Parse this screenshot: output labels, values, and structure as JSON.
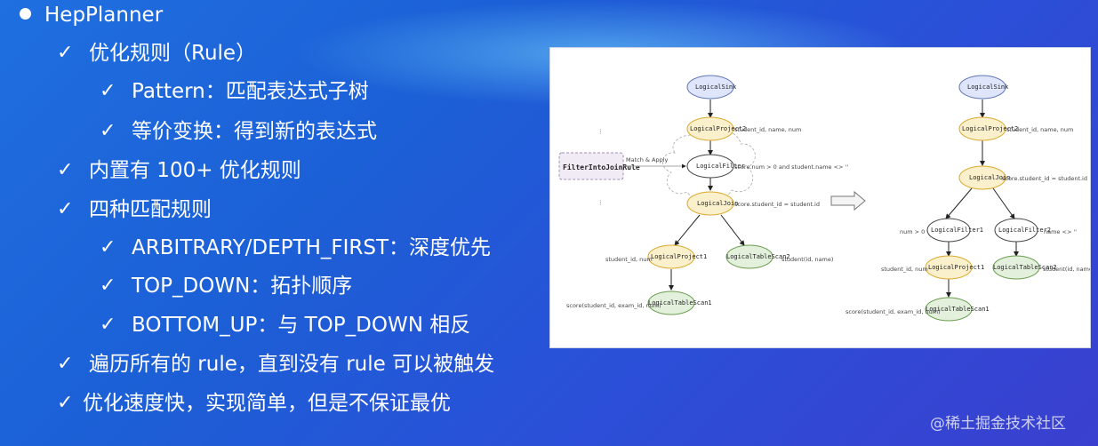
{
  "bullets": {
    "title": "HepPlanner",
    "rule": "优化规则（Rule）",
    "pattern": "Pattern：匹配表达式子树",
    "equiv": "等价变换：得到新的表达式",
    "builtin": "内置有 100+ 优化规则",
    "four": "四种匹配规则",
    "arbitrary": "ARBITRARY/DEPTH_FIRST：深度优先",
    "topdown": "TOP_DOWN：拓扑顺序",
    "bottomup": "BOTTOM_UP：与 TOP_DOWN 相反",
    "traverse": "遍历所有的 rule，直到没有 rule 可以被触发",
    "speed": "优化速度快，实现简单，但是不保证最优"
  },
  "check_icon": "check-icon",
  "diagram": {
    "rule_box": "FilterIntoJoinRule",
    "match_label": "Match & Apply",
    "left": {
      "sink": "LogicalSink",
      "project2": "LogicalProject2",
      "project2_note": "student_id, name, num",
      "filter": "LogicalFilter",
      "filter_note": "score.num > 0 and student.name <> ''",
      "join": "LogicalJoin",
      "join_note": "score.student_id = student.id",
      "project1": "LogicalProject1",
      "project1_note": "student_id, num",
      "tablescan2": "LogicalTableScan2",
      "tablescan2_note": "student(id, name)",
      "tablescan1": "LogicalTableScan1",
      "tablescan1_note": "score(student_id, exam_id, num)"
    },
    "right": {
      "sink": "LogicalSink",
      "project2": "LogicalProject2",
      "project2_note": "student_id, name, num",
      "join": "LogicalJoin",
      "join_note": "score.student_id = student.id",
      "filter1": "LogicalFilter1",
      "filter1_note": "num > 0",
      "filter2": "LogicalFilter2",
      "filter2_note": "name <> ''",
      "project1": "LogicalProject1",
      "project1_note": "student_id, num",
      "tablescan2": "LogicalTableScan2",
      "tablescan2_note": "student(id, name)",
      "tablescan1": "LogicalTableScan1",
      "tablescan1_note": "score(student_id, exam_id, num)"
    }
  },
  "watermark": "@稀土掘金技术社区",
  "colors": {
    "sink_fill": "#dfe6fb",
    "project_fill": "#fbf0cc",
    "project_stroke": "#d9a92c",
    "scan_fill": "#e3f1dc",
    "scan_stroke": "#6a9c4f"
  }
}
